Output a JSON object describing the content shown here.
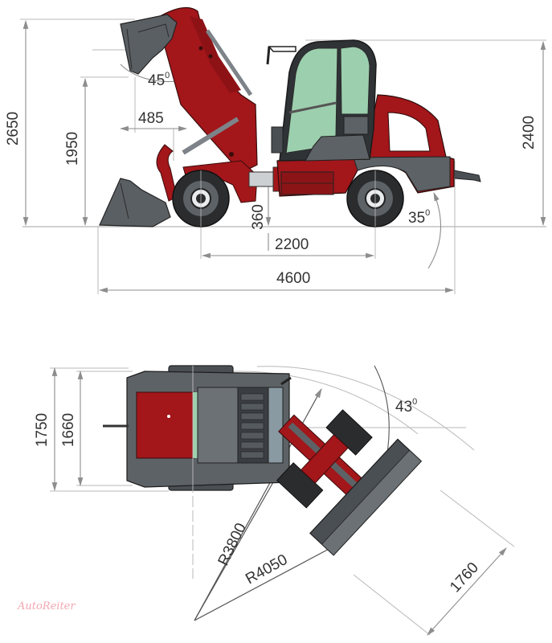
{
  "drawing": {
    "subject": "wheel loader dimension drawing",
    "side_view": {
      "dimensions": {
        "overall_height_raised": "2650",
        "hinge_pin_height": "1950",
        "reach": "485",
        "dump_angle": "45",
        "cab_height": "2400",
        "ground_clearance": "360",
        "wheelbase": "2200",
        "overall_length": "4600",
        "departure_angle": "35"
      },
      "units": "mm",
      "angle_unit_symbol": "0"
    },
    "top_view": {
      "dimensions": {
        "overall_width": "1750",
        "track_width": "1660",
        "articulation_angle": "43",
        "inner_turning_radius": "R3800",
        "outer_turning_radius": "R4050",
        "bucket_width": "1760"
      }
    },
    "watermark": "AutoReiter"
  },
  "colors": {
    "body_red": "#a3161a",
    "dark_grey": "#4a4f54",
    "glass_green": "#9ccfae",
    "dim_line": "#9a9a9a",
    "text": "#333333",
    "watermark": "#f2a6b0"
  }
}
